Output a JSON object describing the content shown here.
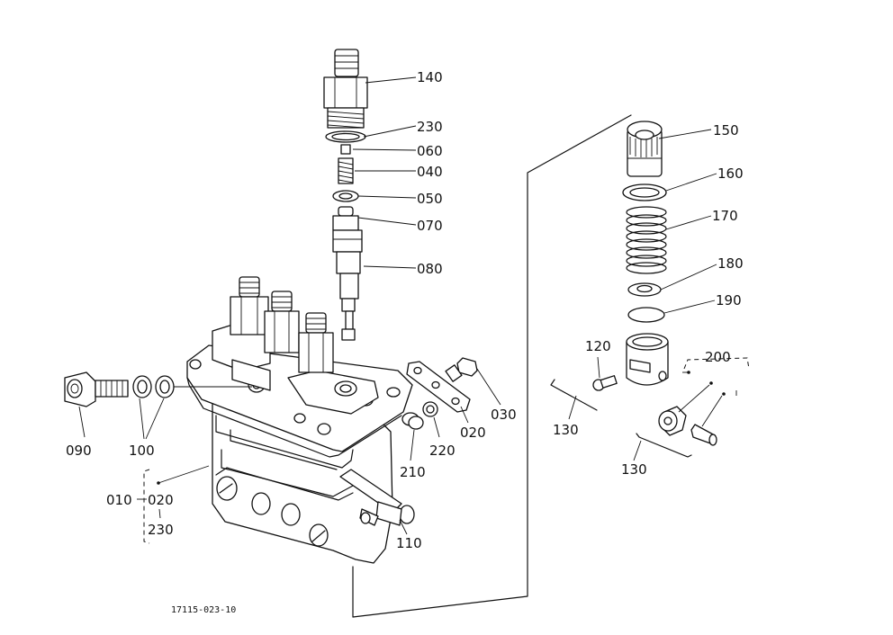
{
  "drawing_id": "17115-023-10",
  "callouts": {
    "p140": "140",
    "p230_top": "230",
    "p060": "060",
    "p040": "040",
    "p050": "050",
    "p070": "070",
    "p080": "080",
    "p150": "150",
    "p160": "160",
    "p170": "170",
    "p180": "180",
    "p190": "190",
    "p120": "120",
    "p200": "200",
    "p130_a": "130",
    "p130_b": "130",
    "p030": "030",
    "p020_r": "020",
    "p220": "220",
    "p210": "210",
    "p110": "110",
    "p090": "090",
    "p100": "100",
    "p010": "010",
    "p020_l": "020",
    "p230_l": "230"
  }
}
